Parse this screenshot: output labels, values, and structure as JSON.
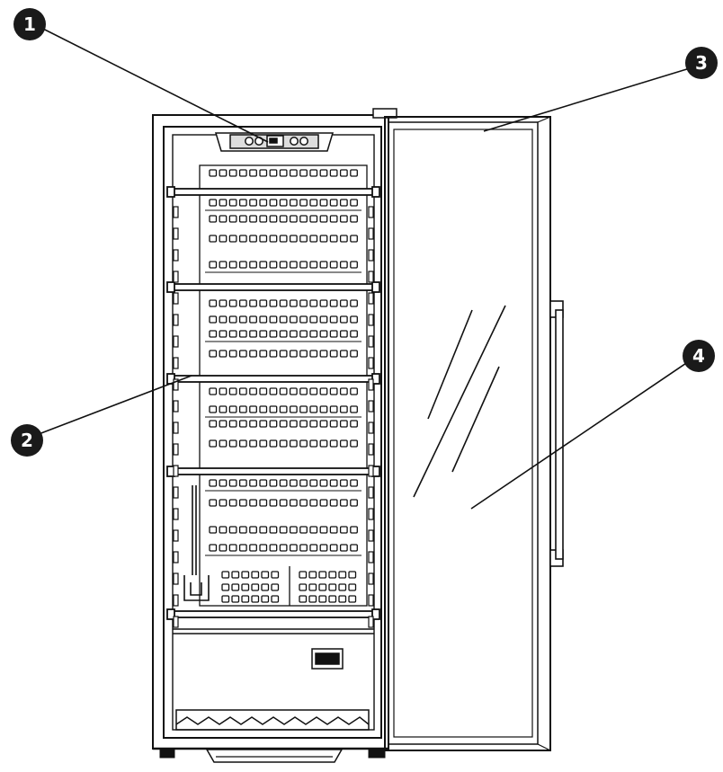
{
  "colors": {
    "ink": "#111111",
    "paper": "#ffffff",
    "callout_fill": "#1a1a1a",
    "callout_text": "#ffffff"
  },
  "callouts": [
    {
      "label": "1"
    },
    {
      "label": "2"
    },
    {
      "label": "3"
    },
    {
      "label": "4"
    }
  ]
}
